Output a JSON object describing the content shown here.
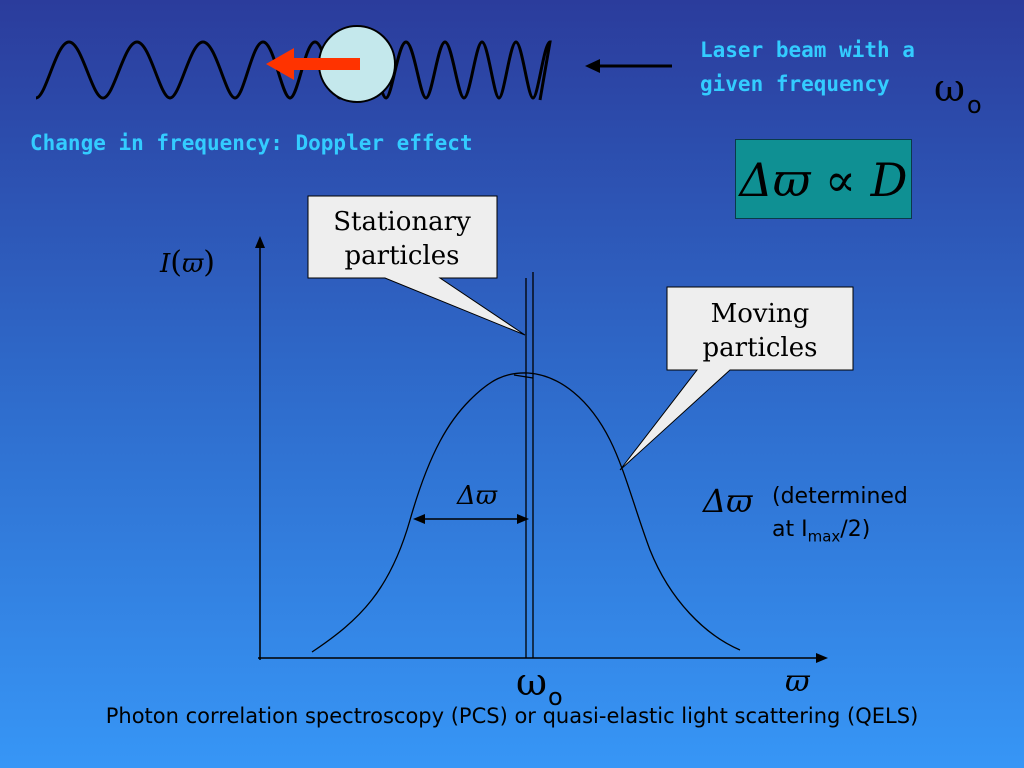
{
  "laser": {
    "line1": "Laser beam with a",
    "line2": "given frequency",
    "omega_symbol": "ω",
    "omega_sub": "o"
  },
  "doppler_text": "Change in frequency: Doppler effect",
  "formula": "Δϖ ∝ D",
  "stationary_callout": {
    "line1": "Stationary",
    "line2": "particles"
  },
  "moving_callout": {
    "line1": "Moving",
    "line2": "particles"
  },
  "y_axis": {
    "symbol": "I",
    "open": "(",
    "var": "ϖ",
    "close": ")"
  },
  "delta_label": "Δϖ",
  "delta_right_label": "Δϖ",
  "determined_note": {
    "line1": "(determined",
    "line2_prefix": "at I",
    "line2_sub": "max",
    "line2_suffix": "/2)"
  },
  "x_axis": {
    "omega_symbol": "ω",
    "omega_sub": "o",
    "var_label": "ϖ"
  },
  "caption": "Photon correlation spectroscopy (PCS) or quasi-elastic light scattering (QELS)",
  "colors": {
    "label_cyan": "#33ccff",
    "formula_box": "#0f9093",
    "particle": "#c4e8ec",
    "arrow_red": "#ff3300",
    "callout_fill": "#eeeeee"
  }
}
